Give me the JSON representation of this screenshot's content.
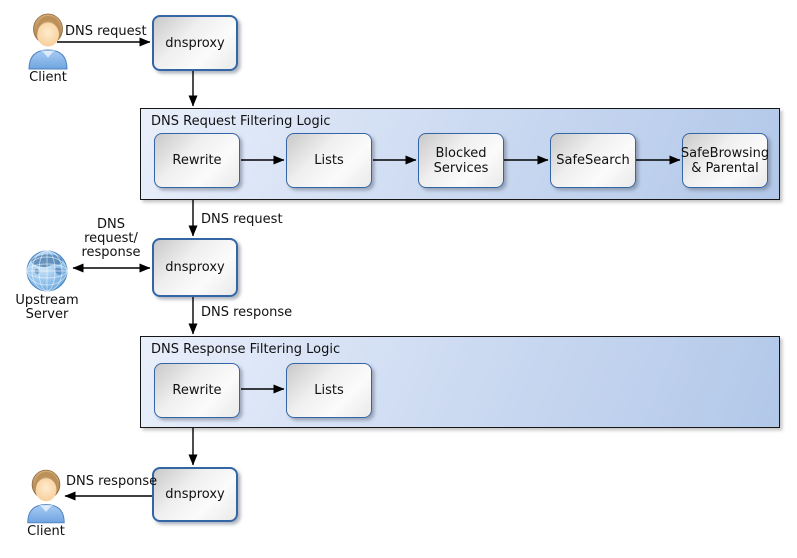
{
  "nodes": {
    "client_top": "Client",
    "dnsproxy_top": "dnsproxy",
    "upstream": "Upstream\nServer",
    "dnsproxy_mid": "dnsproxy",
    "dnsproxy_bottom": "dnsproxy",
    "client_bottom": "Client"
  },
  "request_pipeline": {
    "title": "DNS Request Filtering Logic",
    "steps": [
      "Rewrite",
      "Lists",
      "Blocked Services",
      "SafeSearch",
      "SafeBrowsing & Parental"
    ]
  },
  "response_pipeline": {
    "title": "DNS Response Filtering Logic",
    "steps": [
      "Rewrite",
      "Lists"
    ]
  },
  "edge_labels": {
    "client_request": "DNS request",
    "filtered_request": "DNS request",
    "upstream_exchange": "DNS\nrequest/\nresponse",
    "proxy_response": "DNS response",
    "client_response": "DNS response"
  },
  "colors": {
    "node_border": "#3465a4",
    "group_border": "#161616",
    "group_fill_light": "#e9effb",
    "group_fill_dark": "#b2c8e9",
    "arrow": "#000000",
    "shirt_blue": "#7fb1e8",
    "globe_blue": "#5795d0"
  }
}
